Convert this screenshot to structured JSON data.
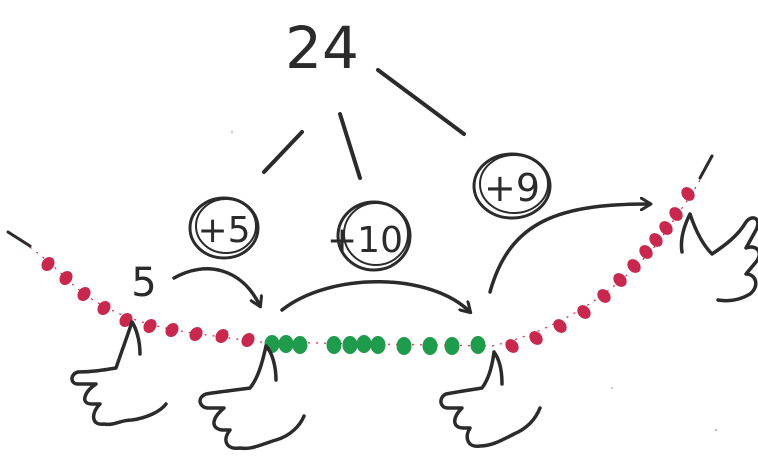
{
  "diagram": {
    "total": "24",
    "start_value": "5",
    "steps": [
      {
        "label": "+5"
      },
      {
        "label": "+10"
      },
      {
        "label": "+9"
      }
    ]
  },
  "colors": {
    "ink": "#2b2b2b",
    "bead_red": "#c8284e",
    "bead_green": "#1e9b4b",
    "background": "#ffffff"
  },
  "icons": [
    "hand-icon",
    "curved-arrow-icon"
  ]
}
